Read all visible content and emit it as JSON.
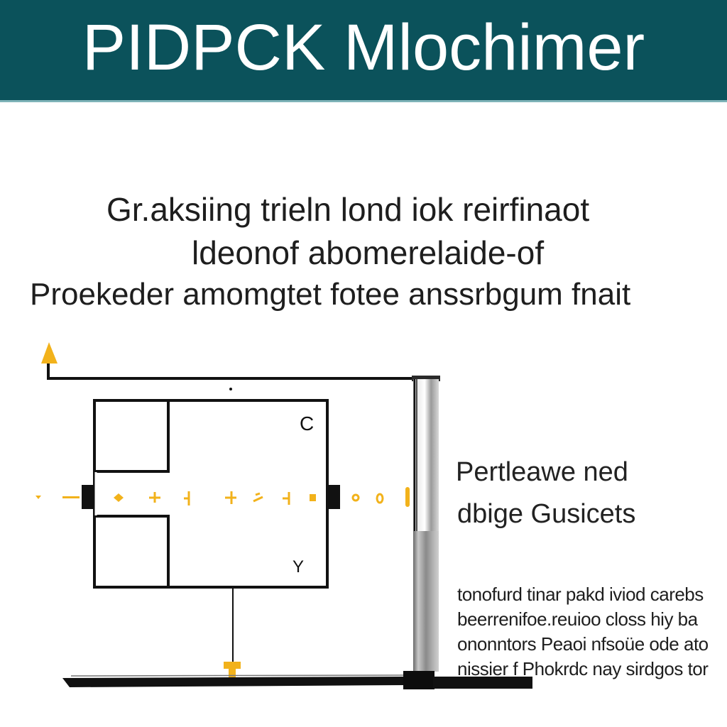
{
  "header": {
    "title": "PIDPCK Mlochimer",
    "background": "#0b525b",
    "text_color": "#ffffff"
  },
  "subtitle": {
    "lines": [
      "Gr.aksiing trieln lond iok reirfinaot",
      "ldeonof abomerelaide-of",
      "Proekeder amomgtet fotee anssrbgum fnait"
    ]
  },
  "diagram": {
    "accent_color": "#f2b21b",
    "line_color": "#111111",
    "pointer_icon": "triangle-up-icon",
    "markers": [
      "diamond",
      "plus",
      "tick",
      "plus",
      "slash",
      "tick",
      "square",
      "circle",
      "circle",
      "bar"
    ],
    "top_right_glyph": "C",
    "bottom_right_glyph": "Y"
  },
  "side_panel": {
    "heading_lines": [
      "Pertleawe ned",
      "dbige Gusicets"
    ],
    "body_lines": [
      "tonofurd tinar pakd iviod carebs",
      "beerrenifoe.reuioo closs hiy ba",
      "ononntors Peaoi nfsoüe ode ato",
      "nissier f Phokrdc nay sirdgos tor"
    ]
  }
}
